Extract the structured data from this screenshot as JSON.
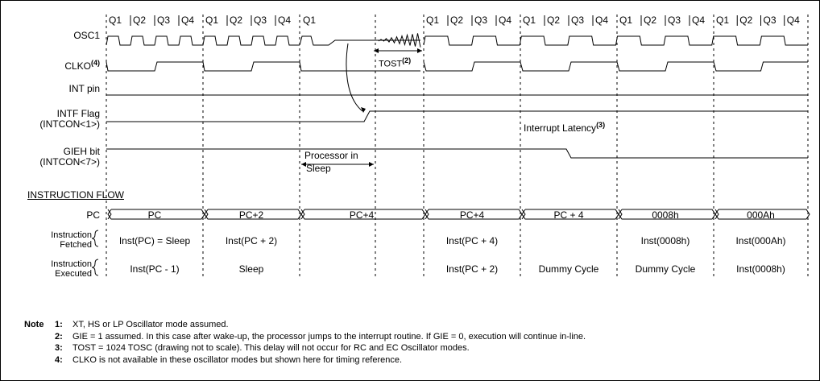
{
  "q_labels": [
    "Q1",
    "Q2",
    "Q3",
    "Q4"
  ],
  "signals": {
    "osc1": "OSC1",
    "clko": "CLKO",
    "clko_note": "(4)",
    "int_pin": "INT pin",
    "intf_line1": "INTF Flag",
    "intf_line2": "(INTCON<1>)",
    "gieh_line1": "GIEH bit",
    "gieh_line2": "(INTCON<7>)"
  },
  "annotations": {
    "tost": "TOST",
    "tost_note": "(2)",
    "processor_sleep_line1": "Processor in",
    "processor_sleep_line2": "Sleep",
    "latency": "Interrupt Latency",
    "latency_note": "(3)"
  },
  "instruction_flow": {
    "heading": "INSTRUCTION FLOW",
    "pc_label": "PC",
    "fetched_line1": "Instruction",
    "fetched_line2": "Fetched",
    "executed_line1": "Instruction",
    "executed_line2": "Executed",
    "pc_values": [
      "PC",
      "PC+2",
      "PC+4",
      "PC+4",
      "PC + 4",
      "0008h",
      "000Ah"
    ],
    "fetched": [
      "Inst(PC) = Sleep",
      "Inst(PC + 2)",
      "",
      "Inst(PC + 4)",
      "",
      "Inst(0008h)",
      "Inst(000Ah)"
    ],
    "executed": [
      "Inst(PC - 1)",
      "Sleep",
      "",
      "Inst(PC + 2)",
      "Dummy Cycle",
      "Dummy Cycle",
      "Inst(0008h)"
    ]
  },
  "notes": {
    "heading": "Note",
    "items": [
      {
        "num": "1:",
        "text": "XT, HS or LP Oscillator mode assumed."
      },
      {
        "num": "2:",
        "text": "GIE = 1 assumed. In this case after wake-up, the processor jumps to the interrupt routine. If GIE = 0, execution will continue in-line."
      },
      {
        "num": "3:",
        "text": "TOST = 1024 TOSC (drawing not to scale). This delay will not occur for RC and EC Oscillator modes."
      },
      {
        "num": "4:",
        "text": "CLKO is not available in these oscillator modes but shown here for timing reference."
      }
    ]
  }
}
